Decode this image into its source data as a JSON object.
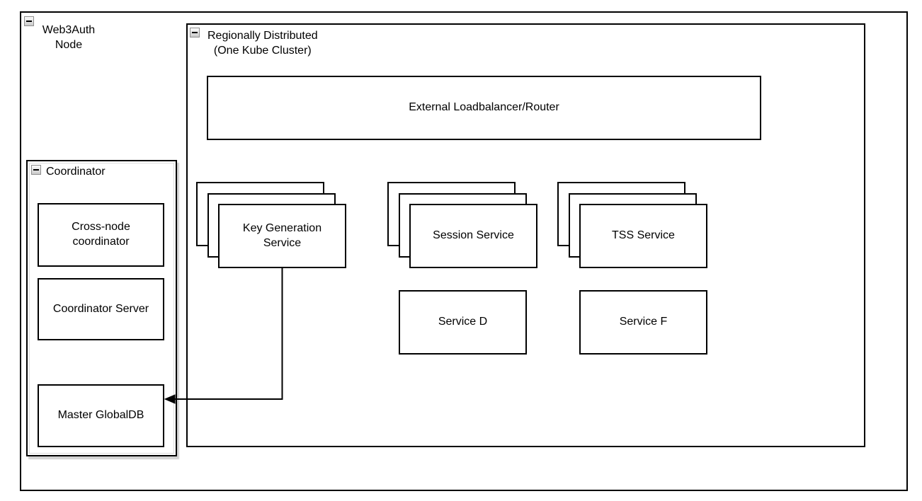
{
  "containers": {
    "web3auth_node": {
      "label": "Web3Auth\nNode",
      "collapse_state": "expanded"
    },
    "regionally_distributed": {
      "label": "Regionally Distributed\n(One Kube Cluster)",
      "collapse_state": "expanded"
    },
    "coordinator": {
      "label": "Coordinator",
      "collapse_state": "expanded"
    }
  },
  "nodes": {
    "external_loadbalancer": {
      "label": "External Loadbalancer/Router"
    },
    "key_generation_service": {
      "label": "Key Generation\nService",
      "replica_count": 3
    },
    "session_service": {
      "label": "Session Service",
      "replica_count": 3
    },
    "tss_service": {
      "label": "TSS Service",
      "replica_count": 3
    },
    "service_d": {
      "label": "Service D"
    },
    "service_f": {
      "label": "Service F"
    },
    "cross_node_coordinator": {
      "label": "Cross-node\ncoordinator"
    },
    "coordinator_server": {
      "label": "Coordinator Server"
    },
    "master_globaldb": {
      "label": "Master GlobalDB"
    }
  },
  "connectors": [
    {
      "from": "Key Generation Service",
      "to": "Master GlobalDB",
      "style": "orthogonal",
      "arrowhead": "filled-triangle-left"
    }
  ],
  "colors": {
    "stroke": "#000000",
    "fill": "#ffffff",
    "shadow": "#d2d2d2",
    "background": "#ffffff",
    "collapse_button_border": "#8f8f8f"
  }
}
